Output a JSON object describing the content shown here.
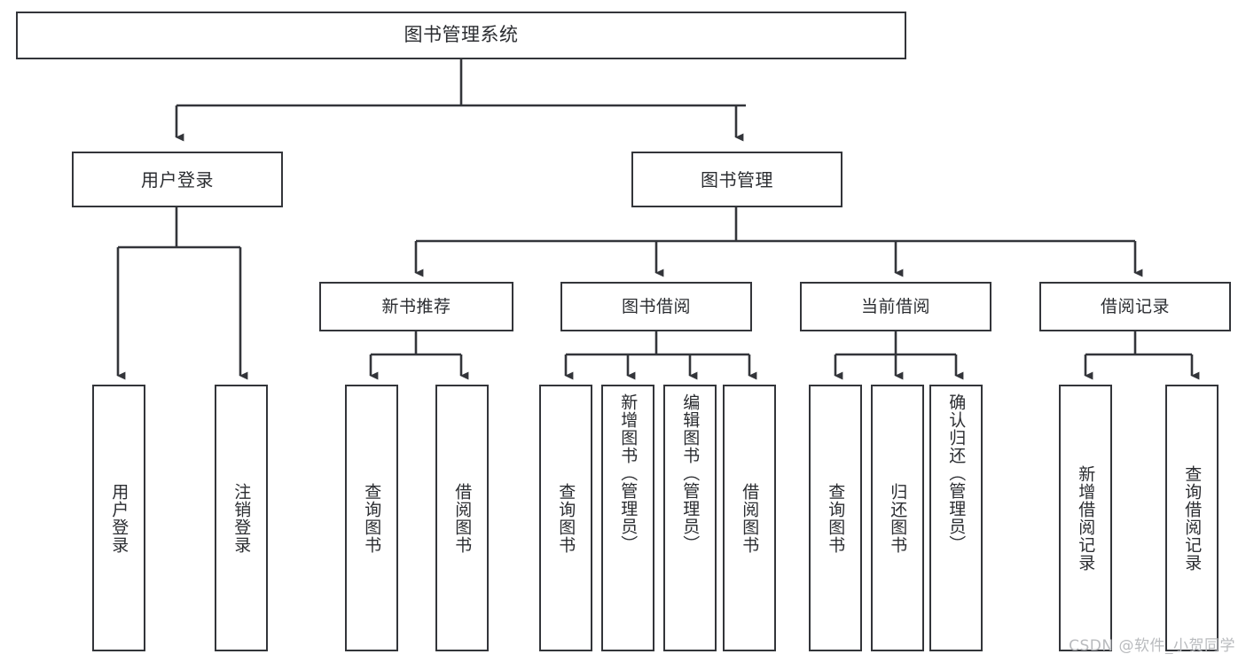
{
  "diagram": {
    "title": "图书管理系统",
    "type": "tree",
    "orientation": "top-down",
    "colors": {
      "background": "#ffffff",
      "node_border": "#33353a",
      "node_fill": "#ffffff",
      "text": "#2b2d31",
      "connector": "#33353a",
      "watermark": "#b9bbbe"
    },
    "root": {
      "label": "图书管理系统"
    },
    "level1": [
      {
        "id": "user-login",
        "label": "用户登录"
      },
      {
        "id": "book-management",
        "label": "图书管理"
      }
    ],
    "level2": [
      {
        "id": "new-book-recommend",
        "label": "新书推荐",
        "parent": "book-management"
      },
      {
        "id": "book-borrow",
        "label": "图书借阅",
        "parent": "book-management"
      },
      {
        "id": "current-borrow",
        "label": "当前借阅",
        "parent": "book-management"
      },
      {
        "id": "borrow-record",
        "label": "借阅记录",
        "parent": "book-management"
      }
    ],
    "leaves": {
      "user_login": [
        {
          "id": "leaf-user-login",
          "label": "用户登录"
        },
        {
          "id": "leaf-user-logout",
          "label": "注销登录"
        }
      ],
      "new_book_recommend": [
        {
          "id": "leaf-query-book-1",
          "label": "查询图书"
        },
        {
          "id": "leaf-borrow-book-1",
          "label": "借阅图书"
        }
      ],
      "book_borrow": [
        {
          "id": "leaf-query-book-2",
          "label": "查询图书"
        },
        {
          "id": "leaf-add-book",
          "label": "新增图书（管理员）"
        },
        {
          "id": "leaf-edit-book",
          "label": "编辑图书（管理员）"
        },
        {
          "id": "leaf-borrow-book-2",
          "label": "借阅图书"
        }
      ],
      "current_borrow": [
        {
          "id": "leaf-query-book-3",
          "label": "查询图书"
        },
        {
          "id": "leaf-return-book",
          "label": "归还图书"
        },
        {
          "id": "leaf-confirm-return",
          "label": "确认归还（管理员）"
        }
      ],
      "borrow_record": [
        {
          "id": "leaf-add-record",
          "label": "新增借阅记录"
        },
        {
          "id": "leaf-query-record",
          "label": "查询借阅记录"
        }
      ]
    }
  },
  "watermark": {
    "text": "CSDN @软件_小贺同学"
  }
}
